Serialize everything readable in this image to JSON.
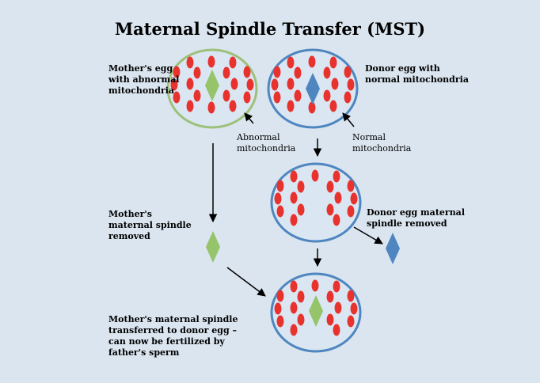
{
  "title": "Maternal Spindle Transfer (MST)",
  "labels": {
    "mother_egg": [
      "Mother's egg",
      "with abnormal",
      "mitochondria"
    ],
    "donor_egg": [
      "Donor egg with",
      "normal mitochondria"
    ],
    "abnormal_mito": [
      "Abnormal",
      "mitochondria"
    ],
    "normal_mito": [
      "Normal",
      "mitochondria"
    ],
    "mother_spindle_removed": [
      "Mother's",
      "maternal spindle",
      "removed"
    ],
    "donor_spindle_removed": [
      "Donor egg maternal",
      "spindle removed"
    ],
    "transferred": [
      "Mother's maternal spindle",
      "transferred to donor egg –",
      "can now be fertilized by",
      "father's sperm"
    ]
  },
  "colors": {
    "background": "#dbe5ef",
    "mitochondria": "#e8322d",
    "mother_egg_outline": "#9dc07a",
    "donor_egg_outline": "#4f86c0",
    "egg_fill": "#dae6f2",
    "mother_spindle": "#96c46a",
    "donor_spindle": "#4f86c0",
    "arrow": "#000000"
  }
}
